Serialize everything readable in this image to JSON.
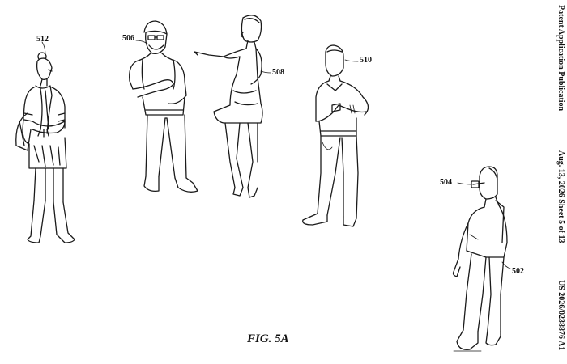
{
  "header": {
    "publication_type": "Patent Application Publication",
    "date_sheet": "Aug. 13, 2026  Sheet 5 of 13",
    "pub_number": "US 2026/0238876 A1"
  },
  "figure": {
    "caption": "FIG. 5A",
    "reference_numerals": {
      "n512": "512",
      "n506": "506",
      "n508": "508",
      "n510": "510",
      "n504": "504",
      "n502": "502"
    }
  }
}
